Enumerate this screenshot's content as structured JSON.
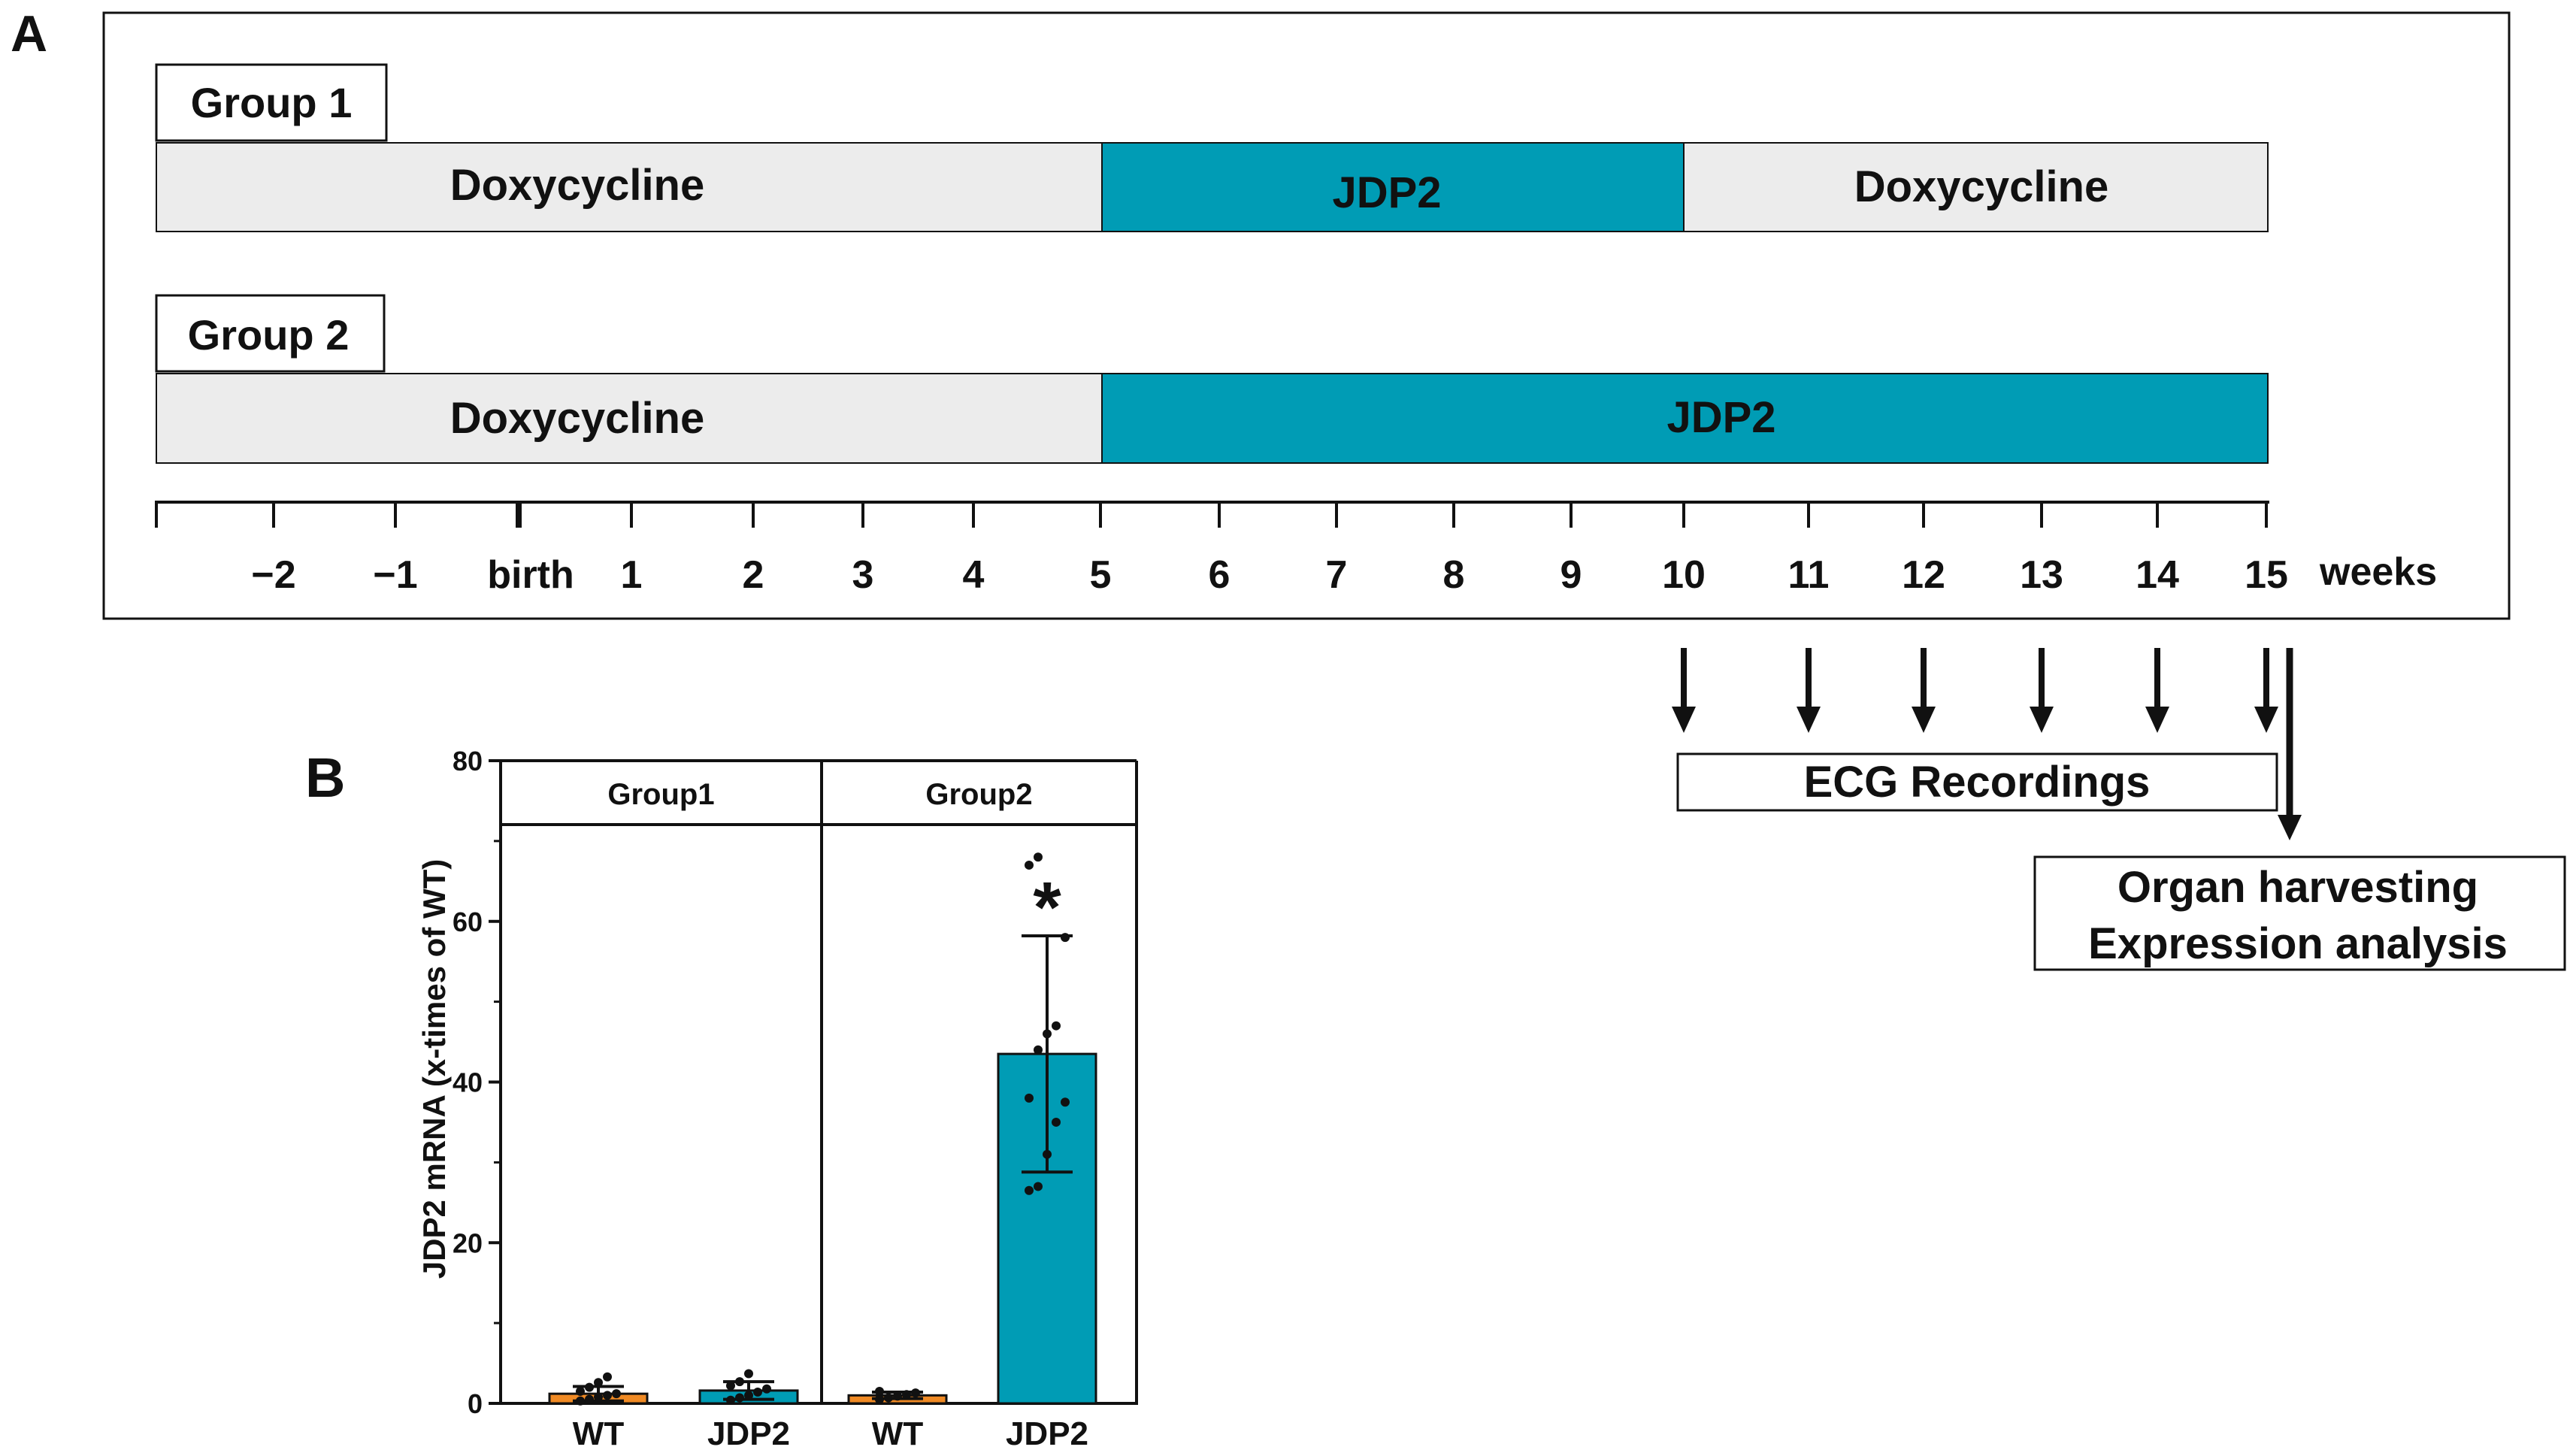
{
  "panel_a": {
    "letter": "A",
    "group1": {
      "label": "Group 1",
      "segments": [
        {
          "label": "Doxycycline",
          "kind": "dox",
          "start": "start",
          "end": 5
        },
        {
          "label": "JDP2",
          "kind": "jdp2",
          "start": 5,
          "end": 10
        },
        {
          "label": "Doxycycline",
          "kind": "dox",
          "start": 10,
          "end": 15
        }
      ]
    },
    "group2": {
      "label": "Group 2",
      "segments": [
        {
          "label": "Doxycycline",
          "kind": "dox",
          "start": "start",
          "end": 5
        },
        {
          "label": "JDP2",
          "kind": "jdp2",
          "start": 5,
          "end": 15
        }
      ]
    },
    "timeline": {
      "ticks": [
        "−2",
        "−1",
        "birth",
        "1",
        "2",
        "3",
        "4",
        "5",
        "6",
        "7",
        "8",
        "9",
        "10",
        "11",
        "12",
        "13",
        "14",
        "15"
      ],
      "unit": "weeks"
    },
    "ecg": {
      "label": "ECG Recordings",
      "weeks": [
        10,
        11,
        12,
        13,
        14,
        15
      ]
    },
    "harvest": {
      "line1": "Organ harvesting",
      "line2": "Expression analysis",
      "week": 15
    },
    "colors": {
      "dox": "#ececec",
      "jdp2": "#009cb5",
      "line": "#111111"
    }
  },
  "panel_b": {
    "letter": "B",
    "significance_marker": "*",
    "chart_data": {
      "type": "bar",
      "ylabel": "JDP2 mRNA (x-times of WT)",
      "ylim": [
        0,
        80
      ],
      "yticks": [
        "0",
        "20",
        "40",
        "60",
        "80"
      ],
      "groups": [
        "Group1",
        "Group2"
      ],
      "categories": [
        "WT",
        "JDP2",
        "WT",
        "JDP2"
      ],
      "group_of_category": [
        0,
        0,
        1,
        1
      ],
      "values": [
        1.2,
        1.6,
        1.0,
        43.5
      ],
      "errors": [
        0.9,
        1.1,
        0.4,
        14.7
      ],
      "colors": [
        "#f08a24",
        "#009cb5",
        "#f08a24",
        "#009cb5"
      ],
      "points": [
        [
          0.3,
          0.5,
          0.8,
          1.0,
          1.2,
          1.5,
          2.0,
          2.6,
          3.3
        ],
        [
          0.4,
          0.7,
          1.0,
          1.4,
          1.8,
          2.2,
          2.7,
          3.7
        ],
        [
          0.5,
          0.7,
          0.9,
          1.1,
          1.3,
          1.5
        ],
        [
          26.5,
          27.0,
          31.0,
          35.0,
          37.5,
          38.0,
          44.0,
          46.0,
          47.0,
          58.0,
          67.0,
          68.0
        ]
      ]
    }
  }
}
